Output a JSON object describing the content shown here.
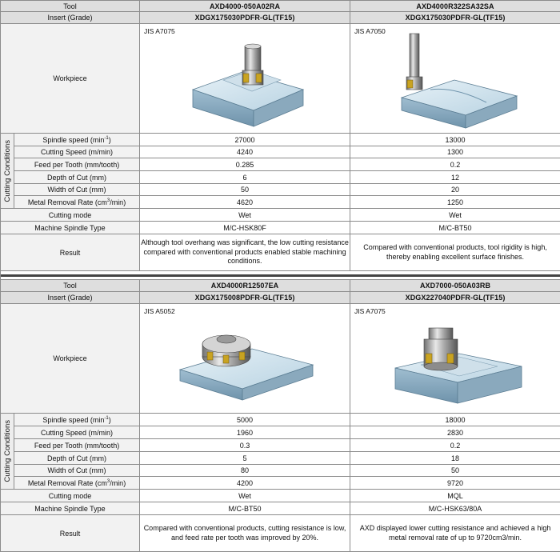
{
  "labels": {
    "tool": "Tool",
    "insert": "Insert (Grade)",
    "workpiece": "Workpiece",
    "cutting_conditions": "Cutting Conditions",
    "spindle_speed": "Spindle speed (min",
    "spindle_speed_sup": "-1",
    "spindle_speed_end": ")",
    "cutting_speed": "Cutting Speed (m/min)",
    "feed_per_tooth": "Feed per Tooth (mm/tooth)",
    "depth_of_cut": "Depth of Cut (mm)",
    "width_of_cut": "Width of Cut (mm)",
    "mrr": "Metal Removal Rate (cm",
    "mrr_sup": "3",
    "mrr_end": "/min)",
    "cutting_mode": "Cutting mode",
    "machine_spindle": "Machine Spindle Type",
    "result": "Result"
  },
  "sections": [
    {
      "cases": [
        {
          "tool": "AXD4000-050A02RA",
          "insert": "XDGX175030PDFR-GL(TF15)",
          "material": "JIS A7075",
          "spindle_speed": "27000",
          "cutting_speed": "4240",
          "feed_per_tooth": "0.285",
          "depth_of_cut": "6",
          "width_of_cut": "50",
          "mrr": "4620",
          "cutting_mode": "Wet",
          "spindle_type": "M/C-HSK80F",
          "result": "Although tool overhang was significant, the low cutting resistance compared with conventional products enabled stable machining conditions."
        },
        {
          "tool": "AXD4000R322SA32SA",
          "insert": "XDGX175030PDFR-GL(TF15)",
          "material": "JIS A7050",
          "spindle_speed": "13000",
          "cutting_speed": "1300",
          "feed_per_tooth": "0.2",
          "depth_of_cut": "12",
          "width_of_cut": "20",
          "mrr": "1250",
          "cutting_mode": "Wet",
          "spindle_type": "M/C-BT50",
          "result": "Compared with conventional products, tool rigidity is high, thereby enabling excellent surface finishes."
        }
      ]
    },
    {
      "cases": [
        {
          "tool": "AXD4000R12507EA",
          "insert": "XDGX175008PDFR-GL(TF15)",
          "material": "JIS A5052",
          "spindle_speed": "5000",
          "cutting_speed": "1960",
          "feed_per_tooth": "0.3",
          "depth_of_cut": "5",
          "width_of_cut": "80",
          "mrr": "4200",
          "cutting_mode": "Wet",
          "spindle_type": "M/C-BT50",
          "result": "Compared with conventional products, cutting resistance is low, and feed rate per tooth was improved by 20%."
        },
        {
          "tool": "AXD7000-050A03RB",
          "insert": "XDGX227040PDFR-GL(TF15)",
          "material": "JIS A7075",
          "spindle_speed": "18000",
          "cutting_speed": "2830",
          "feed_per_tooth": "0.2",
          "depth_of_cut": "18",
          "width_of_cut": "50",
          "mrr": "9720",
          "cutting_mode": "MQL",
          "spindle_type": "M/C-HSK63/80A",
          "result": "AXD displayed lower cutting resistance and achieved a high metal removal rate of up to 9720cm3/min."
        }
      ]
    }
  ]
}
